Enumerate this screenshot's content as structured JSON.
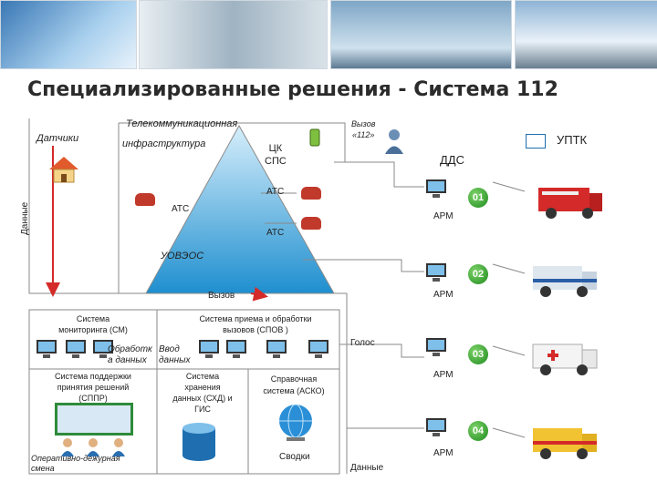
{
  "title": "Специализированные решения - Система 112",
  "labels": {
    "sensors": "Датчики",
    "telecom_line1": "Телекоммуникационная",
    "telecom_line2": "инфраструктура",
    "cs_sps_line1": "ЦК",
    "cs_sps_line2": "СПС",
    "ats_top": "АТС",
    "ats_left": "АТС",
    "ats_bottom": "АТС",
    "uvoeos": "УОВЭОС",
    "call_line1": "Вызов",
    "call_line2": "«112»",
    "dds": "ДДС",
    "uptk": "УПТК",
    "data_vertical": "Данные",
    "call": "Вызов",
    "voice": "Голос",
    "data_bottom": "Данные",
    "sm_line1": "Система",
    "sm_line2": "мониторинга (СМ)",
    "spov_line1": "Система приема и обработки",
    "spov_line2": "вызовов (СПОВ )",
    "processing_line1": "Обработк",
    "processing_line2": "а данных",
    "input_line1": "Ввод",
    "input_line2": "данных",
    "sppr_line1": "Система поддержки",
    "sppr_line2": "принятия решений",
    "sppr_line3": "(СППР)",
    "skhd_line1": "Система",
    "skhd_line2": "хранения",
    "skhd_line3": "данных (СХД) и",
    "skhd_line4": "ГИС",
    "asko_line1": "Справочная",
    "asko_line2": "система (АСКО)",
    "reports": "Сводки",
    "duty_line1": "Оперативно-дежурная",
    "duty_line2": "смена"
  },
  "arm_units": [
    {
      "code": "01",
      "label": "АРМ"
    },
    {
      "code": "02",
      "label": "АРМ"
    },
    {
      "code": "03",
      "label": "АРМ"
    },
    {
      "code": "04",
      "label": "АРМ"
    }
  ],
  "colors": {
    "pyramid_top": "#cfe9f7",
    "pyramid_bottom": "#1f8fcf",
    "arrow_red": "#d42a2a",
    "line_gray": "#8a8a8a",
    "title_text": "#2b2b2b",
    "arm_green": "#2e9e2e"
  },
  "icons": [
    "house-icon",
    "phone-icon",
    "person-icon",
    "computer-icon",
    "database-icon",
    "globe-icon",
    "fire-truck-icon",
    "police-van-icon",
    "ambulance-icon",
    "gas-van-icon"
  ]
}
